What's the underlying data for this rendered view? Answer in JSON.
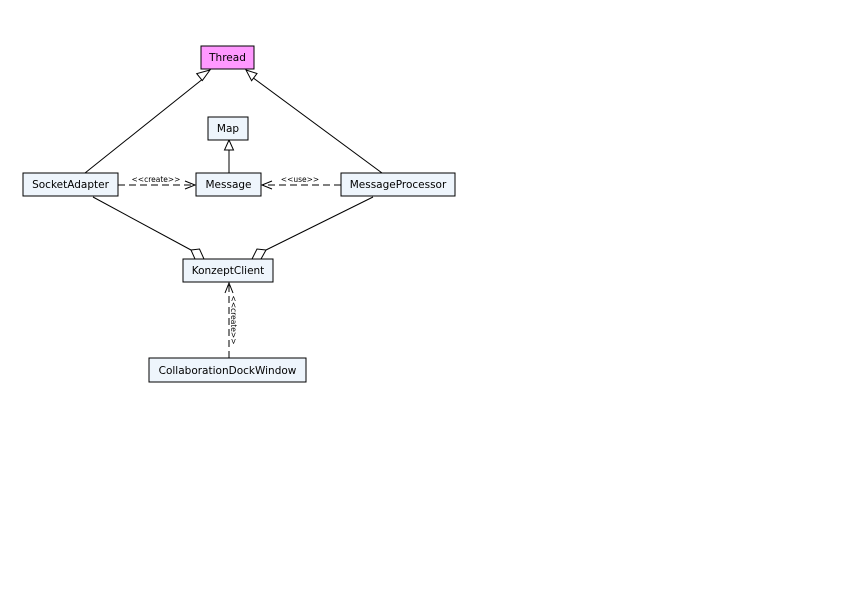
{
  "colors": {
    "class_fill": "#eef5fc",
    "highlight_fill": "#ff99ff",
    "line": "#000000"
  },
  "classes": {
    "thread": "Thread",
    "map": "Map",
    "socket_adapter": "SocketAdapter",
    "message": "Message",
    "message_processor": "MessageProcessor",
    "konzept_client": "KonzeptClient",
    "collaboration_dock_window": "CollaborationDockWindow"
  },
  "stereotypes": {
    "socket_to_message": "<<create>>",
    "processor_to_message": "<<use>>",
    "dock_to_client": "<<create>>"
  }
}
